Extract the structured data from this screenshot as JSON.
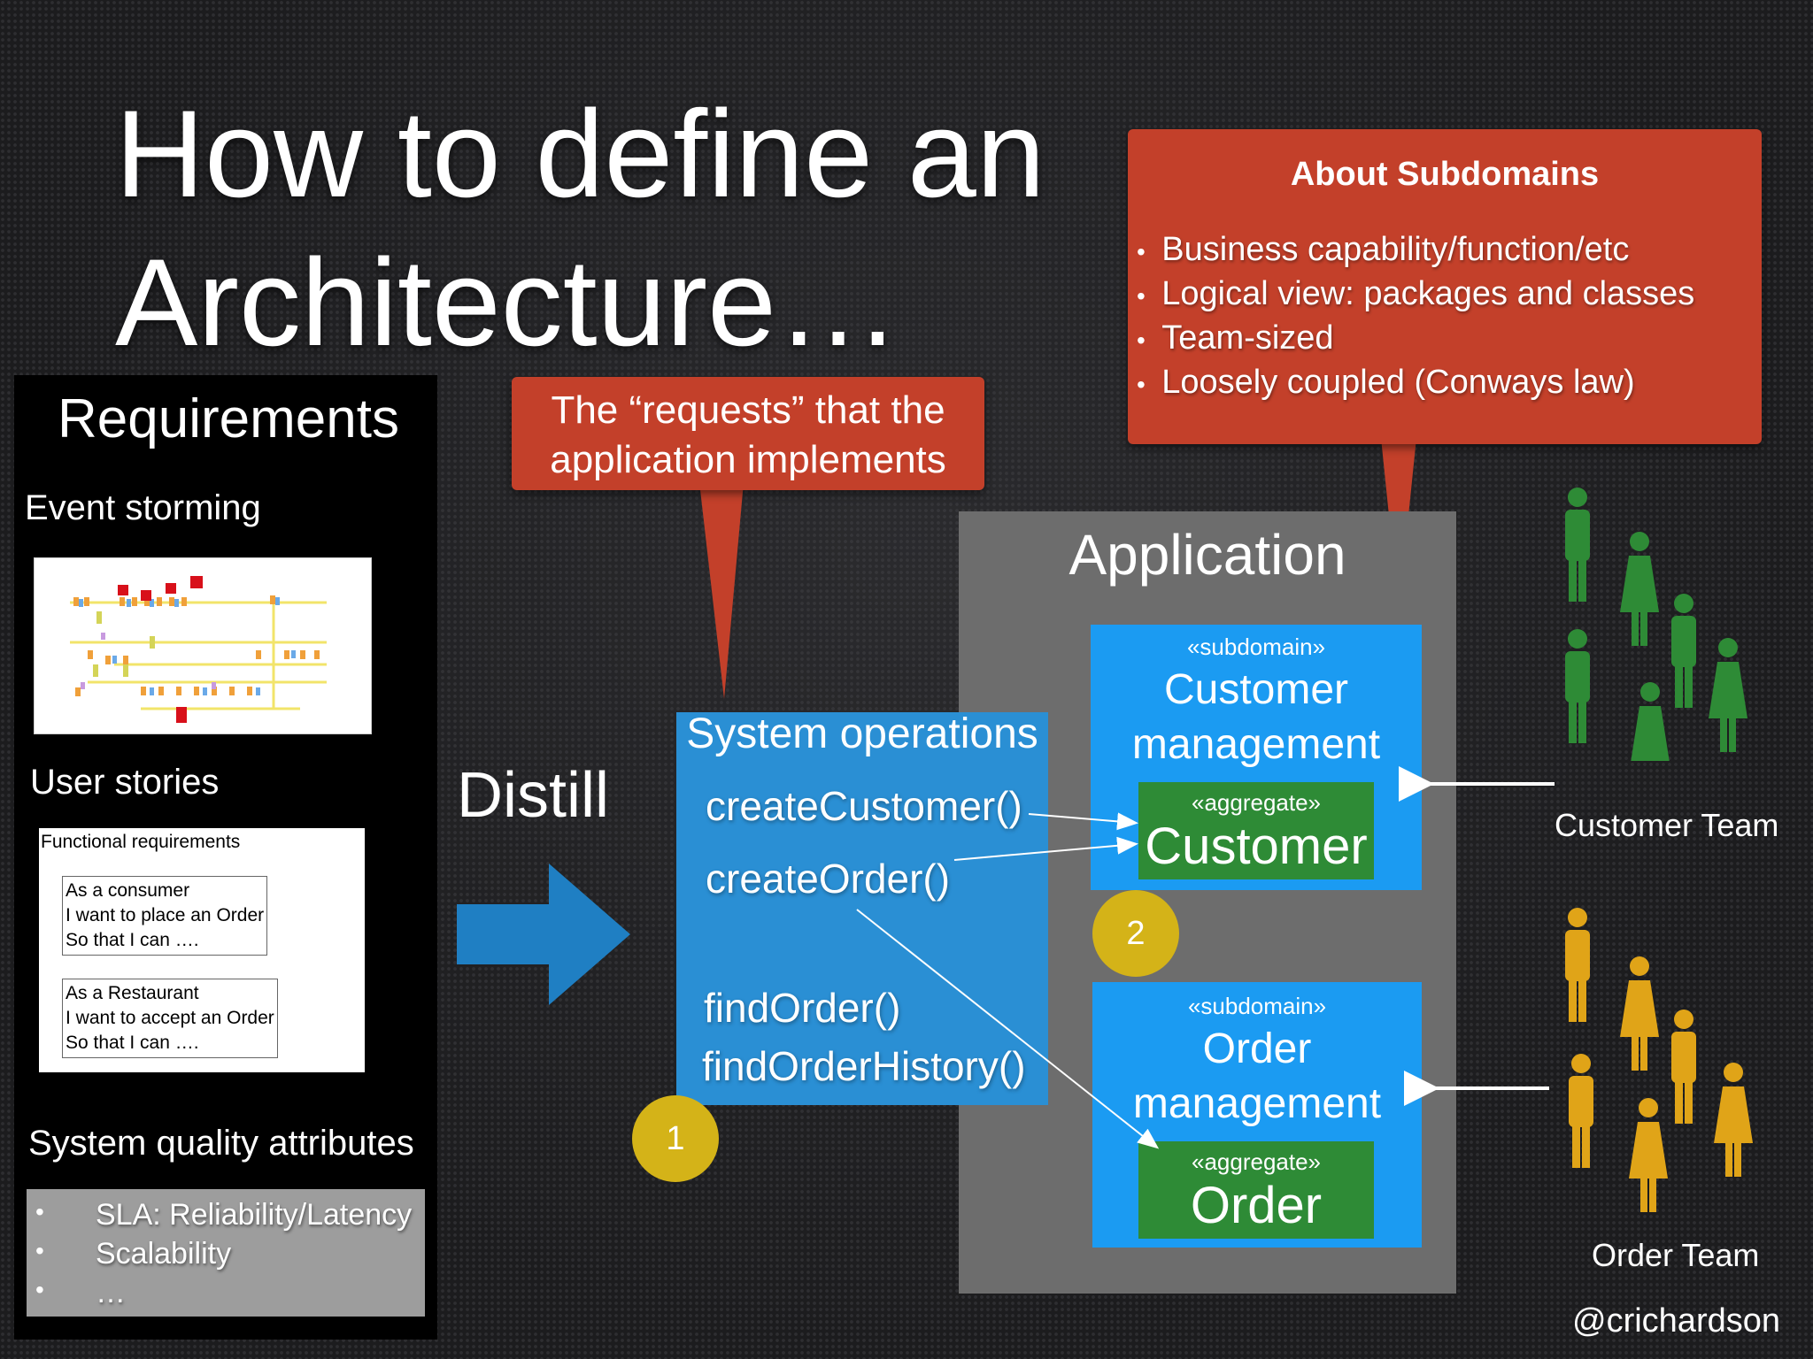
{
  "title": {
    "line1": "How to define an",
    "line2": "Architecture…"
  },
  "requirements": {
    "heading": "Requirements",
    "event_storming": {
      "label": "Event storming"
    },
    "user_stories": {
      "label": "User stories",
      "header": "Functional requirements",
      "stories": [
        {
          "lines": [
            "As a consumer",
            "I want to place an Order",
            "So that I can …."
          ]
        },
        {
          "lines": [
            "As a Restaurant",
            "I want to accept an Order",
            "So that I can …."
          ]
        }
      ]
    },
    "quality": {
      "label": "System quality attributes",
      "items": [
        "SLA: Reliability/Latency",
        "Scalability",
        "…"
      ]
    }
  },
  "requests_callout": {
    "line1": "The “requests” that the",
    "line2": "application implements"
  },
  "subdomains_callout": {
    "title": "About Subdomains",
    "items": [
      "Business capability/function/etc",
      "Logical view: packages and classes",
      "Team-sized",
      "Loosely coupled (Conways law)"
    ]
  },
  "distill": "Distill",
  "system_operations": {
    "title": "System operations",
    "ops": [
      "createCustomer()",
      "createOrder()",
      "findOrder()",
      "findOrderHistory()"
    ]
  },
  "application": {
    "title": "Application",
    "subdomains": [
      {
        "stereotype": "«subdomain»",
        "name_line1": "Customer",
        "name_line2": "management",
        "aggregate": {
          "stereotype": "«aggregate»",
          "name": "Customer"
        }
      },
      {
        "stereotype": "«subdomain»",
        "name_line1": "Order",
        "name_line2": "management",
        "aggregate": {
          "stereotype": "«aggregate»",
          "name": "Order"
        }
      }
    ]
  },
  "markers": {
    "one": "1",
    "two": "2"
  },
  "teams": {
    "customer": "Customer Team",
    "order": "Order Team"
  },
  "handle": "@crichardson",
  "colors": {
    "callout": "#c3402a",
    "subdomain": "#1b9bf2",
    "aggregate": "#2e8b36",
    "customer_team": "#2e8b36",
    "order_team": "#e0a418",
    "marker": "#d4b318"
  }
}
